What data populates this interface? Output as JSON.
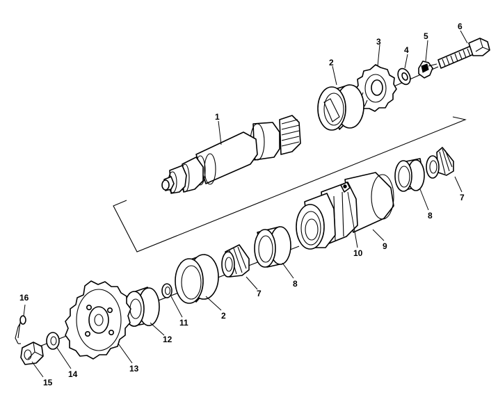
{
  "diagram": {
    "callouts": [
      {
        "id": "c1",
        "text": "1"
      },
      {
        "id": "c2a",
        "text": "2"
      },
      {
        "id": "c3",
        "text": "3"
      },
      {
        "id": "c4",
        "text": "4"
      },
      {
        "id": "c5",
        "text": "5"
      },
      {
        "id": "c6",
        "text": "6"
      },
      {
        "id": "c7a",
        "text": "7"
      },
      {
        "id": "c8a",
        "text": "8"
      },
      {
        "id": "c9",
        "text": "9"
      },
      {
        "id": "c10",
        "text": "10"
      },
      {
        "id": "c8b",
        "text": "8"
      },
      {
        "id": "c7b",
        "text": "7"
      },
      {
        "id": "c2b",
        "text": "2"
      },
      {
        "id": "c11",
        "text": "11"
      },
      {
        "id": "c12",
        "text": "12"
      },
      {
        "id": "c13",
        "text": "13"
      },
      {
        "id": "c14",
        "text": "14"
      },
      {
        "id": "c15",
        "text": "15"
      },
      {
        "id": "c16",
        "text": "16"
      }
    ]
  }
}
